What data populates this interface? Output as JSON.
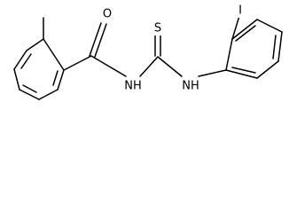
{
  "molecule": {
    "atoms": [
      {
        "id": "O1",
        "label": "O"
      },
      {
        "id": "S1",
        "label": "S"
      },
      {
        "id": "I1",
        "label": "I"
      },
      {
        "id": "N1",
        "label": "NH"
      },
      {
        "id": "N2",
        "label": "NH"
      }
    ]
  }
}
